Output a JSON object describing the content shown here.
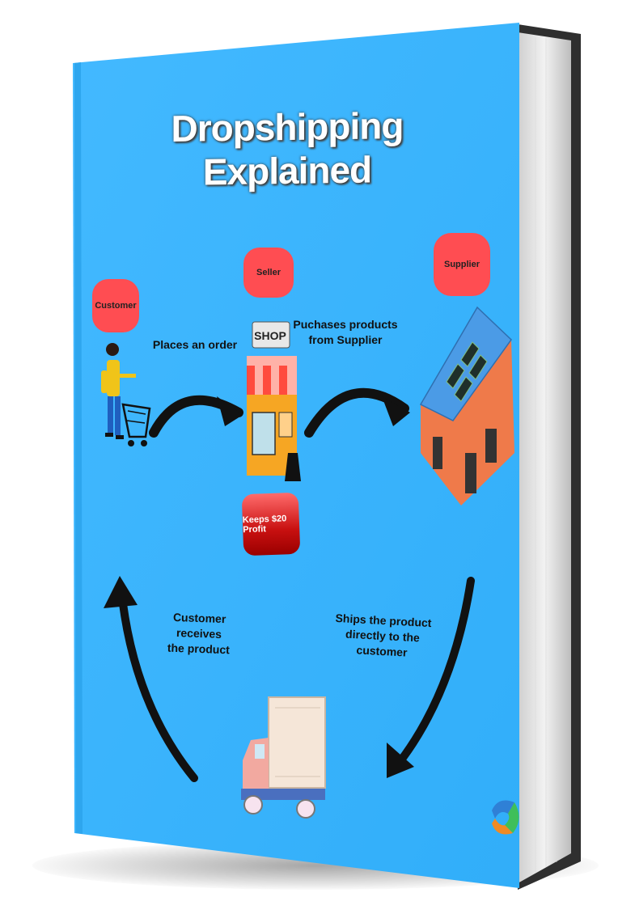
{
  "diagram": {
    "title": "Dropshipping Explained",
    "nodes": {
      "customer": "Customer",
      "seller": "Seller",
      "supplier": "Supplier",
      "shop_sign": "SHOP",
      "profit": "Keeps $20 Profit"
    },
    "edges": {
      "places_order": "Places an order",
      "purchases_line1": "Puchases products",
      "purchases_line2": "from Supplier",
      "ships_line1": "Ships the product",
      "ships_line2": "directly to the customer",
      "receives_line1": "Customer receives",
      "receives_line2": "the product"
    }
  },
  "colors": {
    "cover": "#3db6ff",
    "pill": "#ff4d52",
    "arrow": "#111111",
    "spine": "#3a3a3a"
  }
}
